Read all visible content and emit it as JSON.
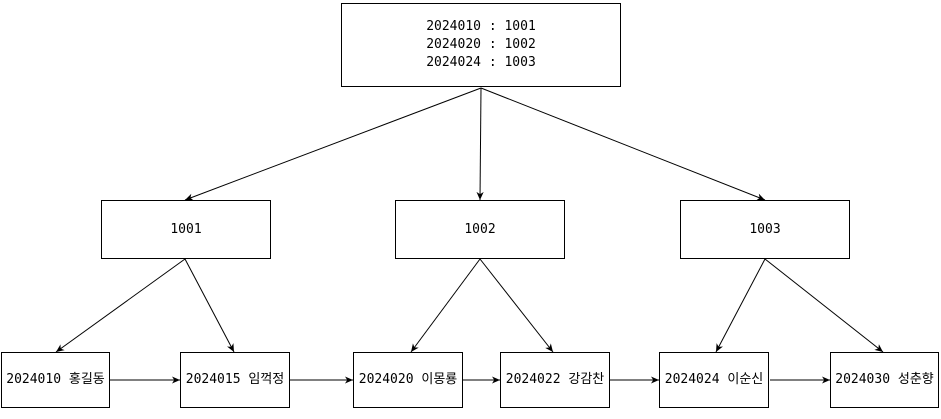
{
  "diagram": {
    "type": "tree-index-diagram",
    "root_node": {
      "lines": [
        "2024010 : 1001",
        "2024020 : 1002",
        "2024024 : 1003"
      ]
    },
    "index_nodes": [
      "1001",
      "1002",
      "1003"
    ],
    "leaf_nodes": [
      "2024010 홍길동",
      "2024015 임꺽정",
      "2024020 이몽룡",
      "2024022 강감찬",
      "2024024 이순신",
      "2024030 성춘향"
    ],
    "colors": {
      "background": "#ffffff",
      "node_fill": "#ffffff",
      "node_border": "#000000",
      "edge": "#000000",
      "text": "#000000"
    }
  }
}
